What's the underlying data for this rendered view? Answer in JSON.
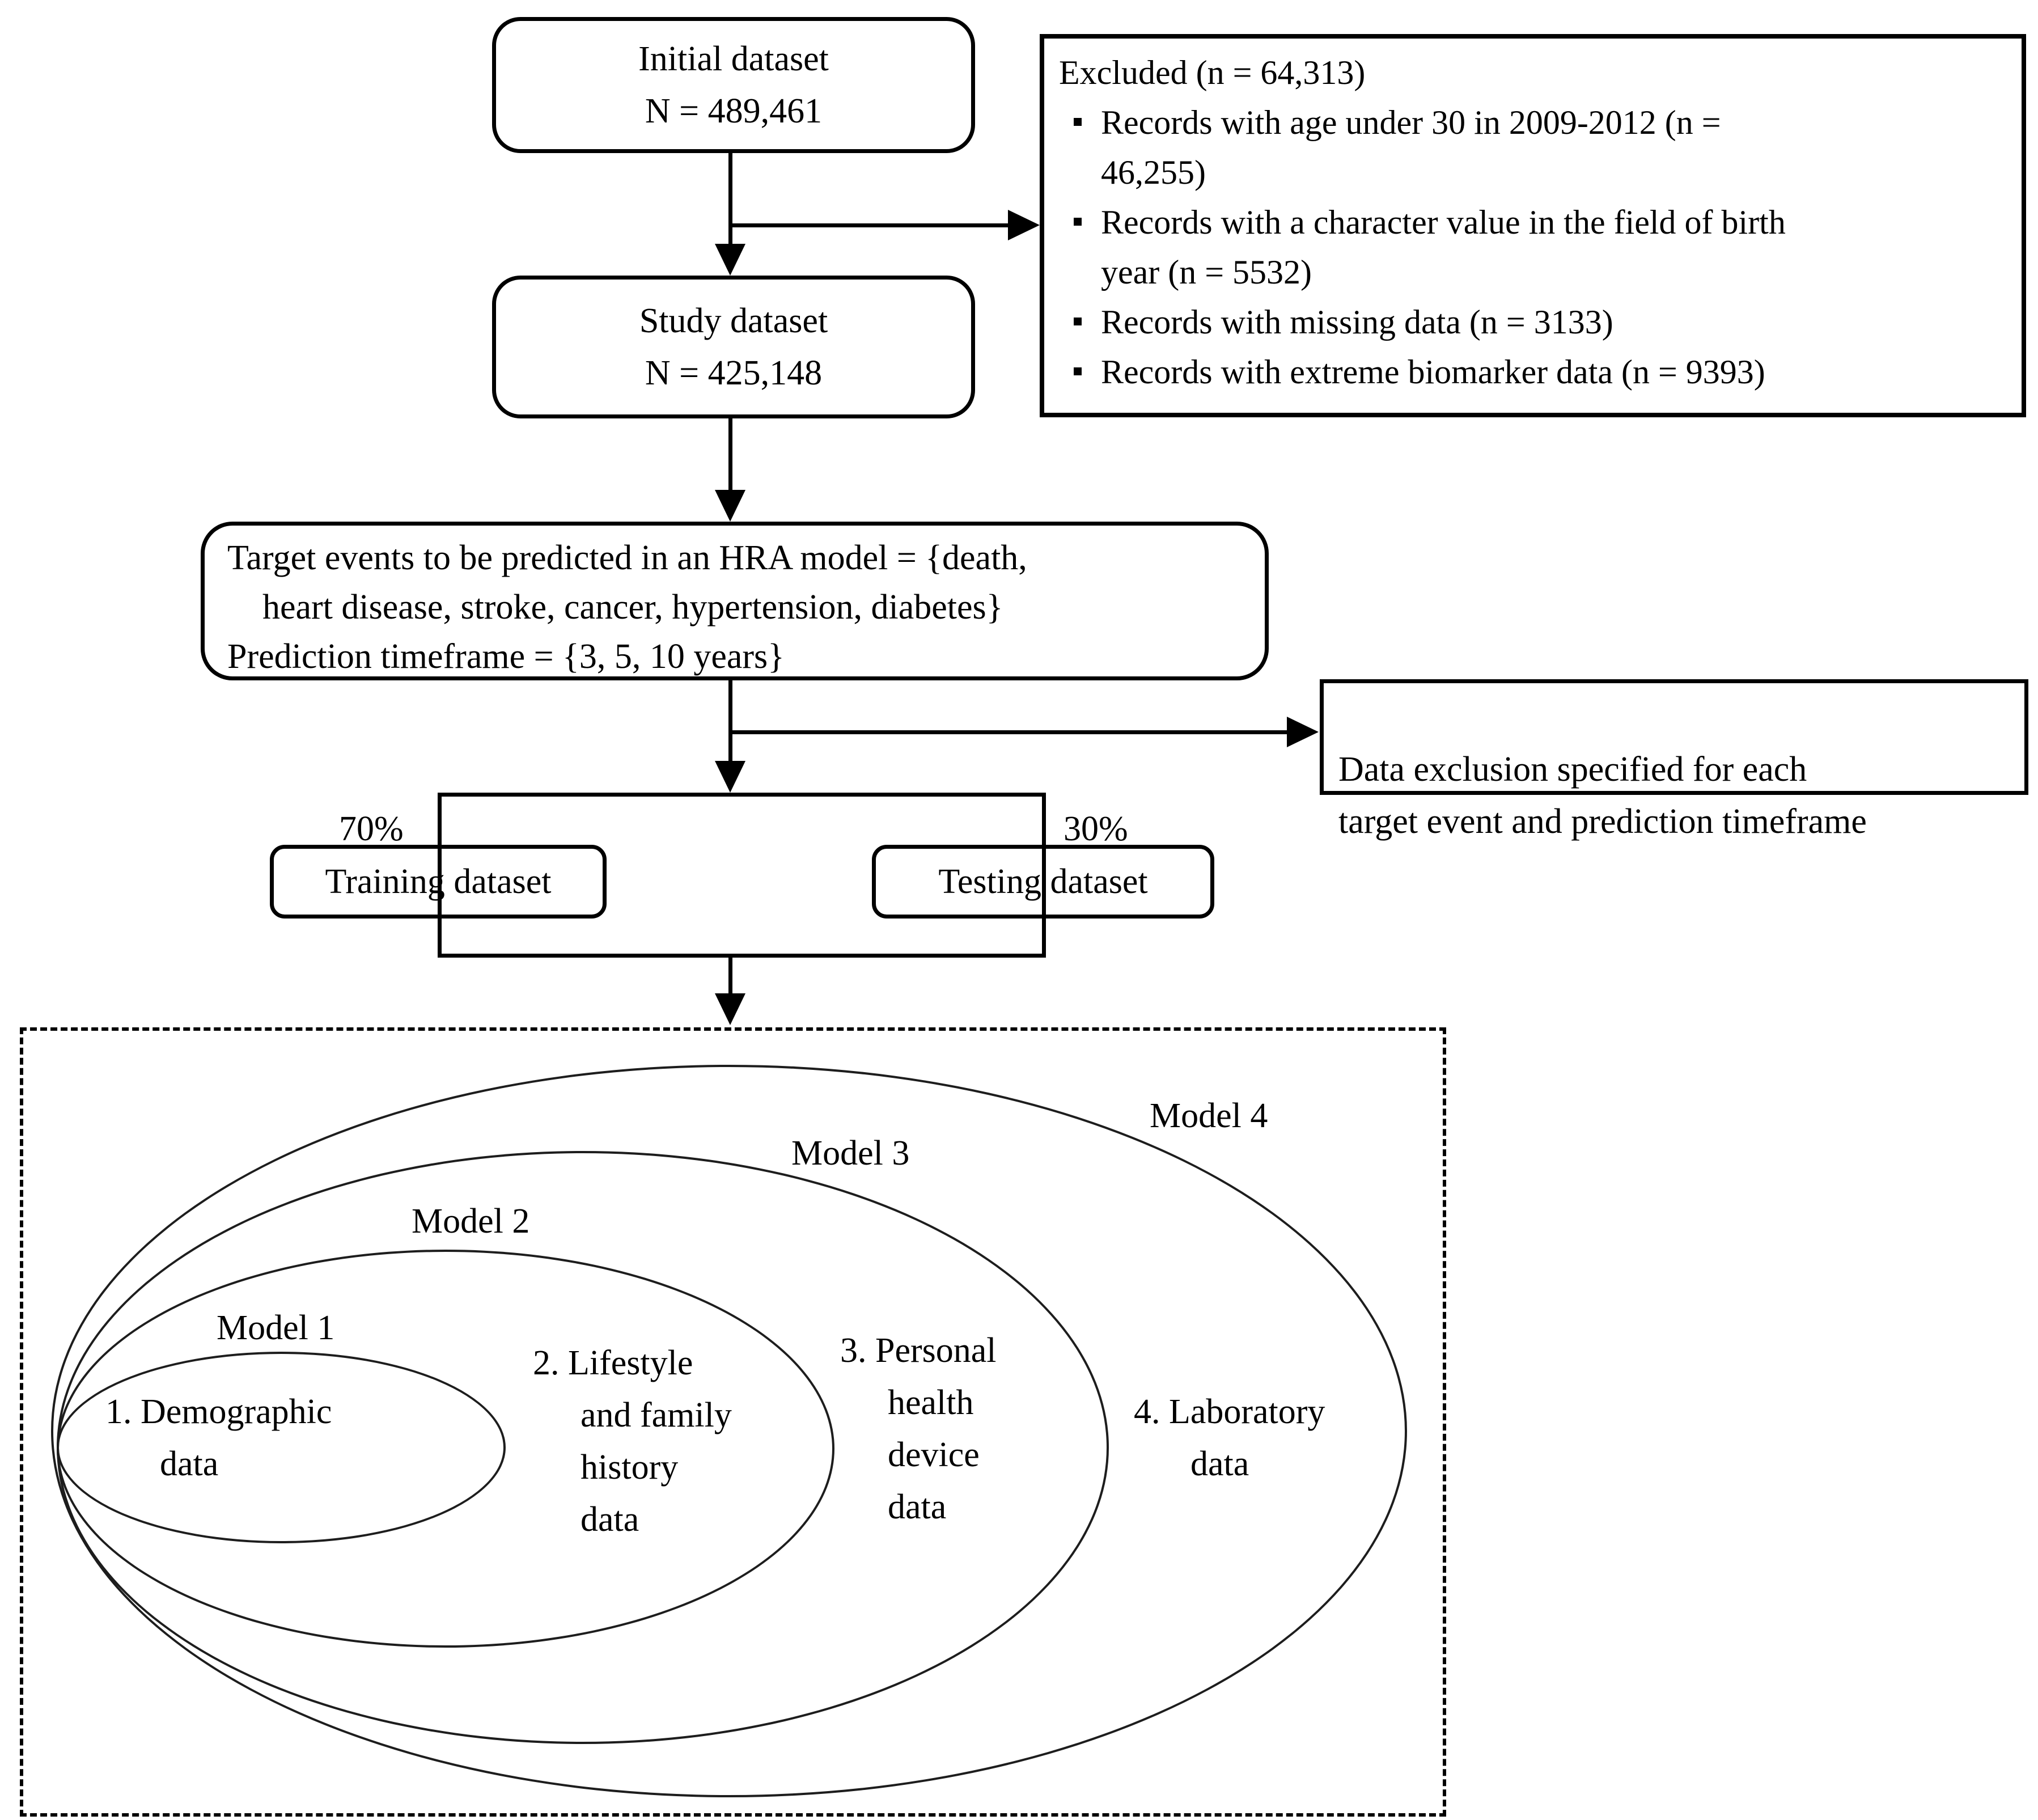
{
  "flow": {
    "initial": {
      "title": "Initial dataset",
      "n": "N = 489,461"
    },
    "excluded": {
      "title": "Excluded (n = 64,313)",
      "items": [
        "Records with age under 30 in 2009-2012 (n =\n46,255)",
        "Records with a character value in the field of birth\nyear (n = 5532)",
        "Records with missing data (n = 3133)",
        "Records with extreme biomarker data (n = 9393)"
      ]
    },
    "study": {
      "title": "Study dataset",
      "n": "N = 425,148"
    },
    "target": {
      "line1": "Target events to be predicted in an HRA model = {death,",
      "line2": "heart disease, stroke, cancer, hypertension, diabetes}",
      "line3": "Prediction timeframe = {3, 5, 10 years}"
    },
    "data_exclusion": {
      "text": "Data exclusion specified for each\ntarget event and prediction timeframe"
    },
    "split": {
      "left_pct": "70%",
      "right_pct": "30%"
    },
    "training": {
      "label": "Training dataset"
    },
    "testing": {
      "label": "Testing dataset"
    }
  },
  "venn": {
    "models": [
      {
        "label": "Model 1",
        "lines": [
          "1. Demographic",
          "data"
        ]
      },
      {
        "label": "Model 2",
        "lines": [
          "2. Lifestyle",
          "and family",
          "history",
          "data"
        ]
      },
      {
        "label": "Model 3",
        "lines": [
          "3. Personal",
          "health",
          "device",
          "data"
        ]
      },
      {
        "label": "Model 4",
        "lines": [
          "4. Laboratory",
          "data"
        ]
      }
    ]
  }
}
